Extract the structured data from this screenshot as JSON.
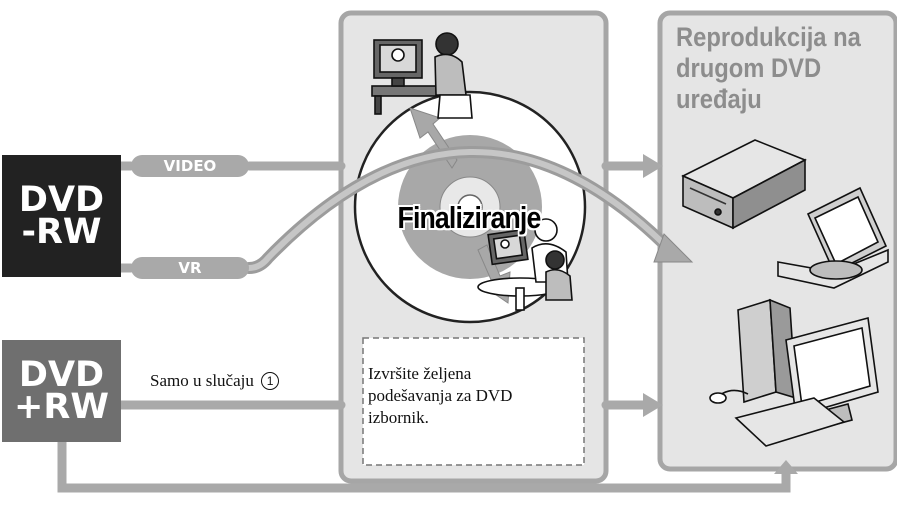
{
  "disc_types": {
    "dvd_rw": {
      "line1": "DVD",
      "line2": "-RW"
    },
    "dvd_plus_rw": {
      "line1": "DVD",
      "line2": "+RW"
    }
  },
  "modes": {
    "video": "VIDEO",
    "vr": "VR"
  },
  "labels": {
    "only_case": "Samo u slučaju",
    "only_case_marker": "1",
    "finalize": "Finaliziranje",
    "menu_note": "Izvršite željena podešavanja za DVD izbornik.",
    "playback_title": "Reprodukcija na drugom DVD uređaju"
  },
  "icons": [
    "disc-icon",
    "person-watching-tv-icon",
    "family-watching-tv-icon",
    "dvd-player-icon",
    "portable-dvd-player-icon",
    "desktop-computer-icon"
  ],
  "colors": {
    "panel_border": "#a6a6a6",
    "panel_fill": "#e5e5e5",
    "connector": "#a9a9a9",
    "dark_badge": "#222222",
    "gray_badge": "#6f6f6f",
    "title_gray": "#8d8d8d"
  }
}
